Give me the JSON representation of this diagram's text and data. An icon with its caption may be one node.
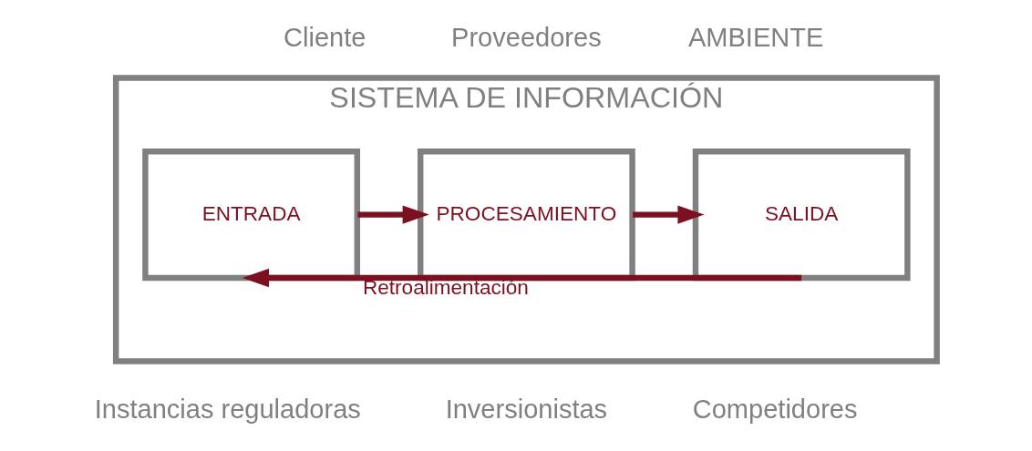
{
  "diagram": {
    "nodes": [
      {
        "text": [
          "SISTEMA DE INFORMACIÓN"
        ]
      },
      {
        "text": [
          "ENTRADA"
        ],
        "in": 0
      },
      {
        "text": [
          "PROCESAMIENTO"
        ],
        "in": 0
      },
      {
        "text": [
          "SALIDA"
        ],
        "in": 0
      }
    ],
    "edges": [
      {
        "from": 1,
        "to": 2,
        "arrow": "to"
      },
      {
        "from": 2,
        "to": 3,
        "arrow": "to"
      },
      {
        "from": 3,
        "to": 1,
        "arrow": "to",
        "label": "Retroalimentación"
      }
    ],
    "labels": [
      "Cliente",
      "Proveedores",
      "AMBIENTE",
      "Instancias reguladoras",
      "Inversionistas",
      "Competidores"
    ]
  }
}
